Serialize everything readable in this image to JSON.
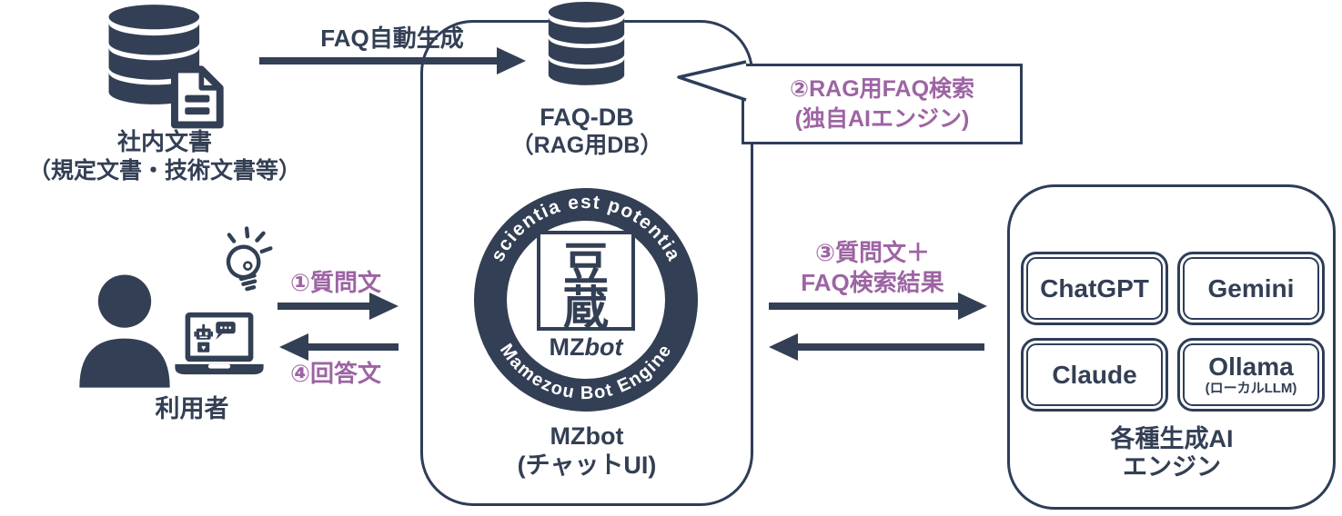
{
  "colors": {
    "navy": "#333f54",
    "outline": "#2e3d58",
    "purple": "#9d64a3"
  },
  "internal_docs": {
    "line1": "社内文書",
    "line2": "（規定文書・技術文書等）"
  },
  "faq_generation": {
    "label": "FAQ自動生成"
  },
  "faq_db": {
    "line1": "FAQ-DB",
    "line2": "（RAG用DB）"
  },
  "rag_bubble": {
    "line1": "②RAG用FAQ検索",
    "line2": "(独自AIエンジン)"
  },
  "mzbot": {
    "badge": {
      "top_arc": "scientia est potentia",
      "kanji_top": "豆",
      "kanji_bottom": "蔵",
      "wordmark_mz": "MZ",
      "wordmark_bot": "bot",
      "bottom_arc": "Mamezou Bot Engine"
    },
    "line1": "MZbot",
    "line2": "(チャットUI)"
  },
  "user": {
    "label": "利用者"
  },
  "flow_question": {
    "label": "①質問文"
  },
  "flow_answer": {
    "label": "④回答文"
  },
  "flow_llm": {
    "line1": "③質問文＋",
    "line2": "FAQ検索結果"
  },
  "ai_engines": {
    "items": [
      {
        "name": "ChatGPT"
      },
      {
        "name": "Gemini"
      },
      {
        "name": "Claude"
      },
      {
        "name": "Ollama",
        "sub": "(ローカルLLM)"
      }
    ],
    "line1": "各種生成AI",
    "line2": "エンジン"
  }
}
